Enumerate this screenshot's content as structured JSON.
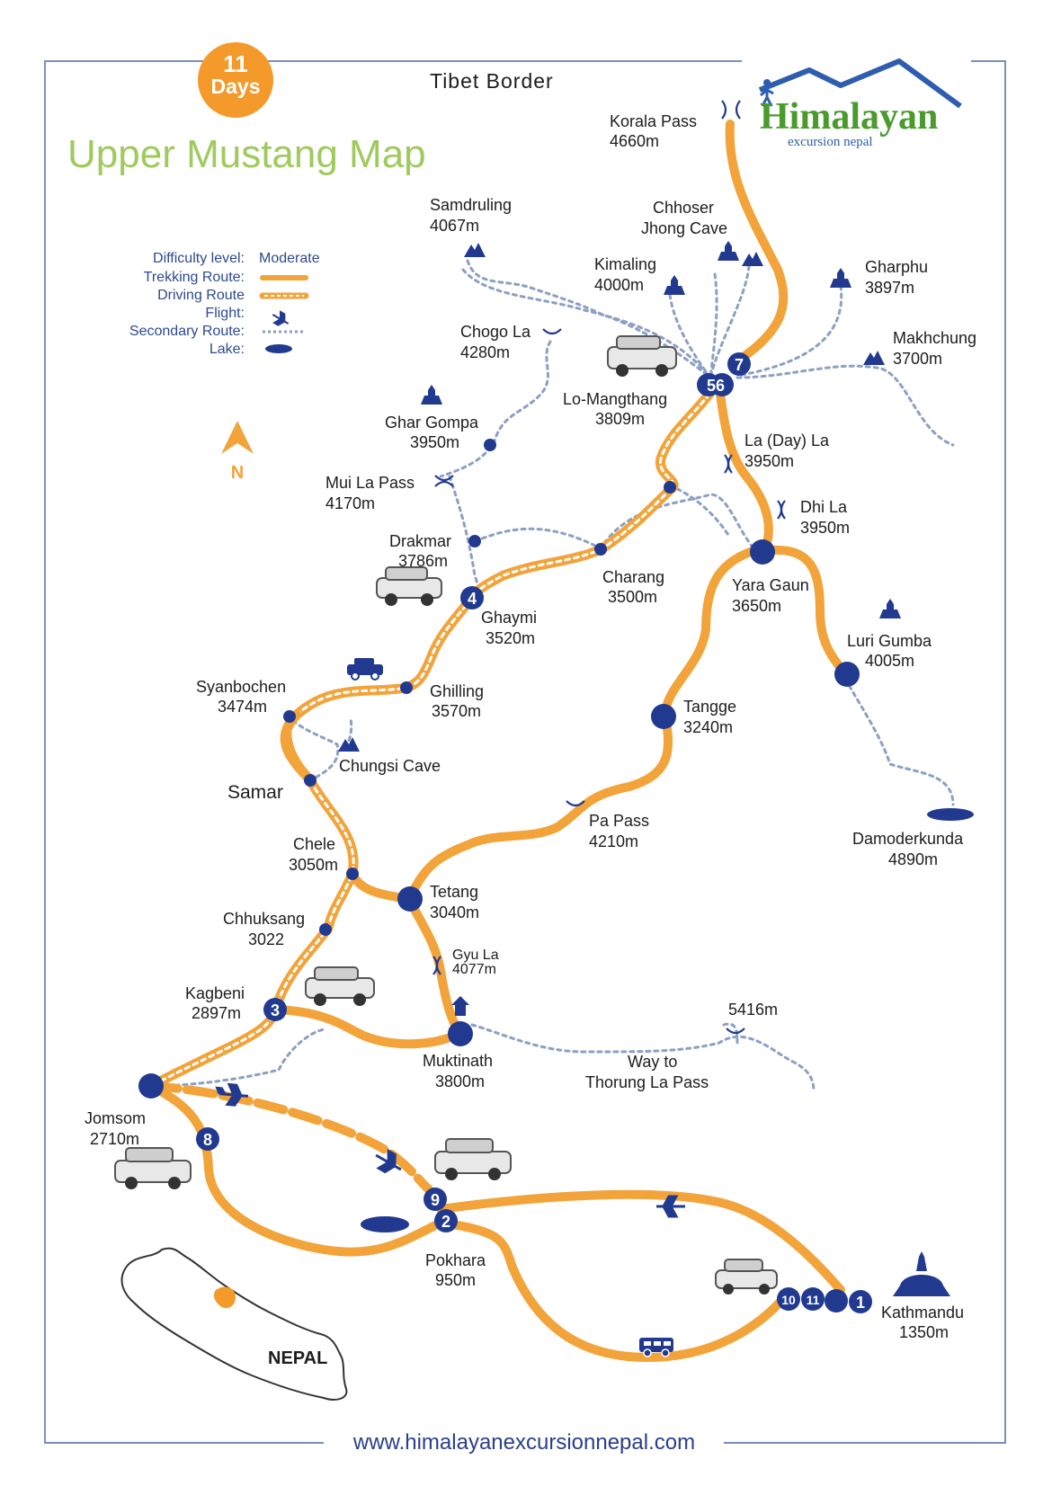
{
  "header": {
    "days_number": "11",
    "days_label": "Days",
    "title": "Upper Mustang Map",
    "border_label": "Tibet Border"
  },
  "logo": {
    "name": "Himalayan",
    "tagline": "excursion nepal"
  },
  "legend": {
    "difficulty_label": "Difficulty level:",
    "difficulty_value": "Moderate",
    "trekking_label": "Trekking Route:",
    "driving_label": "Driving Route",
    "flight_label": "Flight:",
    "secondary_label": "Secondary Route:",
    "lake_label": "Lake:"
  },
  "compass": {
    "label": "N"
  },
  "places": {
    "korala": [
      "Korala Pass",
      "4660m"
    ],
    "samdruling": [
      "Samdruling",
      "4067m"
    ],
    "chhoser": [
      "Chhoser",
      "Jhong Cave"
    ],
    "kimaling": [
      "Kimaling",
      "4000m"
    ],
    "gharphu": [
      "Gharphu",
      "3897m"
    ],
    "makhchung": [
      "Makhchung",
      "3700m"
    ],
    "chogo": [
      "Chogo La",
      "4280m"
    ],
    "lomangthang": [
      "Lo-Mangthang",
      "3809m"
    ],
    "ghargompa": [
      "Ghar Gompa",
      "3950m"
    ],
    "ladayla": [
      "La (Day) La",
      "3950m"
    ],
    "muila": [
      "Mui La Pass",
      "4170m"
    ],
    "dhila": [
      "Dhi La",
      "3950m"
    ],
    "drakmar": [
      "Drakmar",
      "3786m"
    ],
    "charang": [
      "Charang",
      "3500m"
    ],
    "yaragaun": [
      "Yara Gaun",
      "3650m"
    ],
    "ghaymi": [
      "Ghaymi",
      "3520m"
    ],
    "lurigumba": [
      "Luri Gumba",
      "4005m"
    ],
    "syanbochen": [
      "Syanbochen",
      "3474m"
    ],
    "ghilling": [
      "Ghilling",
      "3570m"
    ],
    "tangge": [
      "Tangge",
      "3240m"
    ],
    "chungsi": [
      "Chungsi Cave"
    ],
    "samar": [
      "Samar"
    ],
    "papass": [
      "Pa Pass",
      "4210m"
    ],
    "damoderkunda": [
      "Damoderkunda",
      "4890m"
    ],
    "chele": [
      "Chele",
      "3050m"
    ],
    "tetang": [
      "Tetang",
      "3040m"
    ],
    "chhuksang": [
      "Chhuksang",
      "3022"
    ],
    "gyula": [
      "Gyu La",
      "4077m"
    ],
    "kagbeni": [
      "Kagbeni",
      "2897m"
    ],
    "peak": [
      "5416m"
    ],
    "muktinath": [
      "Muktinath",
      "3800m"
    ],
    "thorung": [
      "Way to",
      "Thorung La Pass"
    ],
    "jomsom": [
      "Jomsom",
      "2710m"
    ],
    "pokhara": [
      "Pokhara",
      "950m"
    ],
    "kathmandu": [
      "Kathmandu",
      "1350m"
    ]
  },
  "day_markers": {
    "d1": "1",
    "d2": "2",
    "d3": "3",
    "d4": "4",
    "d56": "56",
    "d7": "7",
    "d8": "8",
    "d9": "9",
    "d10": "10",
    "d11": "11"
  },
  "inset": {
    "country": "NEPAL"
  },
  "footer": {
    "url": "www.himalayanexcursionnepal.com"
  },
  "colors": {
    "route_orange": "#f2a33a",
    "node_blue": "#213a8f",
    "title_green": "#9fca5e",
    "logo_blue": "#2e5db0",
    "logo_green": "#4a9a2e"
  }
}
